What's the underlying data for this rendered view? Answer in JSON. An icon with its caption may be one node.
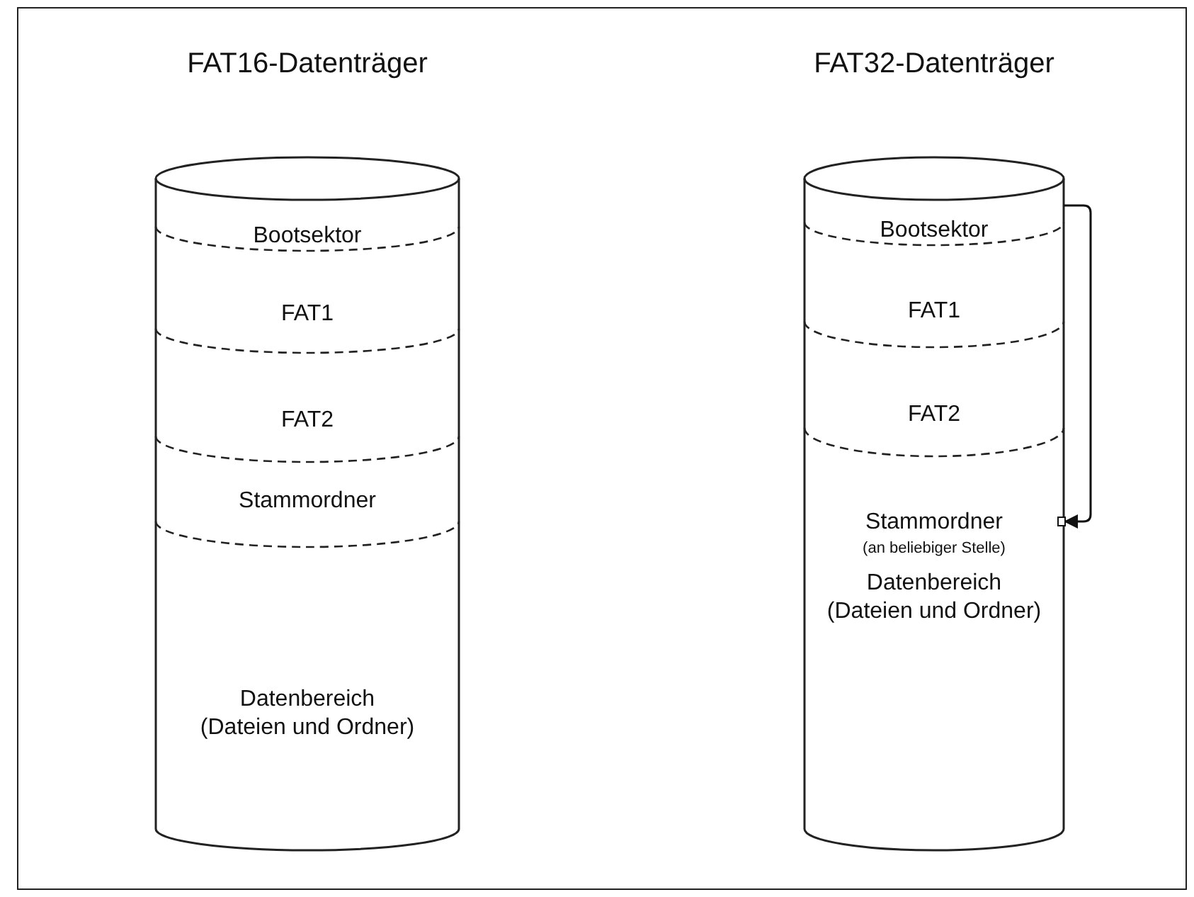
{
  "diagram": {
    "nodes": [
      {
        "text": [
          "FAT16-Datenträger"
        ]
      },
      {
        "text": [
          "Bootsektor"
        ],
        "in": 0
      },
      {
        "text": [
          "FAT1"
        ],
        "in": 0
      },
      {
        "text": [
          "FAT2"
        ],
        "in": 0
      },
      {
        "text": [
          "Stammordner"
        ],
        "in": 0
      },
      {
        "text": [
          "Datenbereich (Dateien und Ordner)"
        ],
        "in": 0
      },
      {
        "text": [
          "FAT32-Datenträger"
        ]
      },
      {
        "text": [
          "Bootsektor"
        ],
        "in": 6
      },
      {
        "text": [
          "FAT1"
        ],
        "in": 6
      },
      {
        "text": [
          "FAT2"
        ],
        "in": 6
      },
      {
        "text": [
          "Stammordner",
          "(an beliebiger Stelle)"
        ],
        "in": 6
      },
      {
        "text": [
          "Datenbereich (Dateien und Ordner)"
        ],
        "in": 6
      }
    ],
    "edges": [
      {
        "from": 7,
        "to": 10,
        "arrow": "to"
      }
    ]
  }
}
